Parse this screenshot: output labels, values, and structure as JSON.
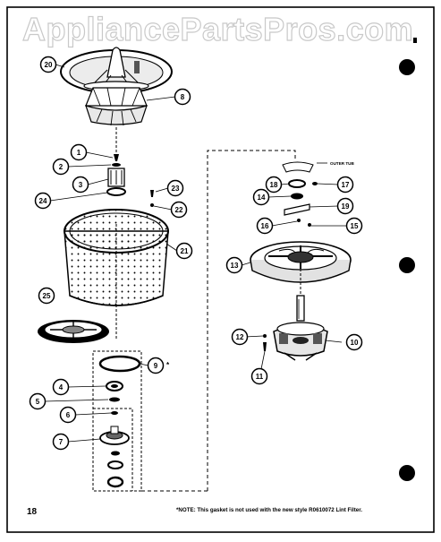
{
  "watermark": "AppliancePartsPros.com",
  "page_number": "18",
  "footnote": "*NOTE: This gasket is not used with the new style R0610072 Lint Filter.",
  "outer_tub_label": "OUTER TUB",
  "asterisk": "*",
  "callouts": {
    "c20": "20",
    "c8": "8",
    "c1": "1",
    "c2": "2",
    "c3": "3",
    "c24": "24",
    "c23": "23",
    "c22": "22",
    "c21": "21",
    "c25": "25",
    "c9": "9",
    "c4": "4",
    "c5": "5",
    "c6": "6",
    "c7": "7",
    "c18": "18",
    "c17": "17",
    "c14": "14",
    "c19": "19",
    "c16": "16",
    "c15": "15",
    "c13": "13",
    "c12": "12",
    "c10": "10",
    "c11": "11"
  }
}
